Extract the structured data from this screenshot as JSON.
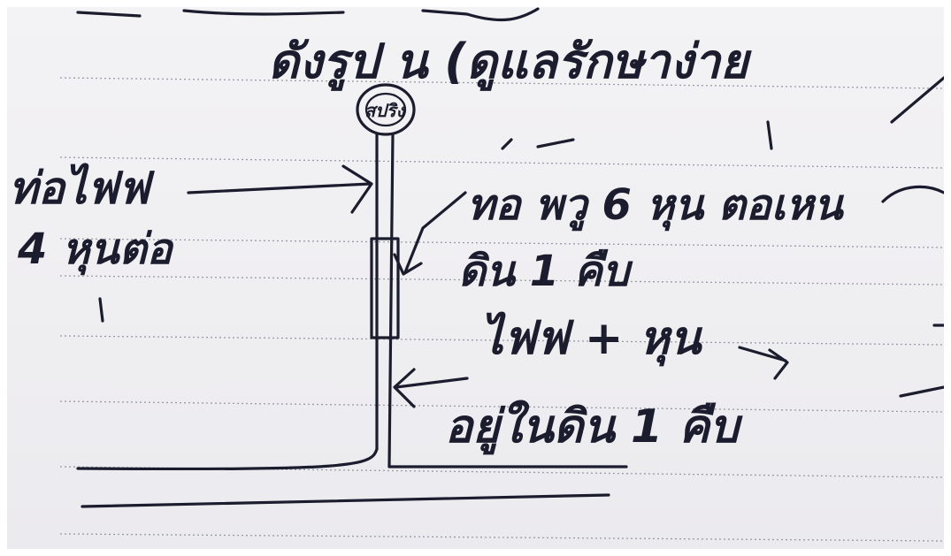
{
  "note": {
    "title_line": "ดังรูป น (ดูแลรักษาง่าย",
    "cap_label": "สปริง",
    "left_label_line1": "ท่อไฟฟ",
    "left_label_line2": "4 หุนต่อ",
    "middle_label_line1": "ทอ พวู 6 หุน ตอเหน",
    "middle_label_line2": "ดิน 1 คืบ",
    "lower_label_line1": "ไฟฟ + หุน",
    "lower_label_line2": "อยู่ในดิน 1 คืบ"
  }
}
